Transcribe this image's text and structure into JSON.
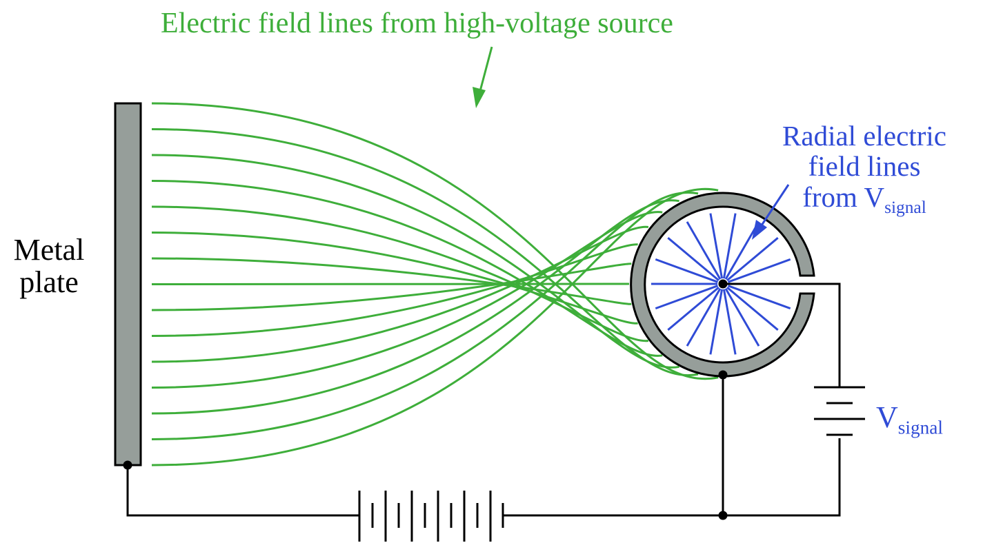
{
  "colors": {
    "field": "#3eae3a",
    "radial": "#2f4bd6",
    "metal": "#969e9a",
    "wire": "#000000"
  },
  "labels": {
    "field_source": "Electric field lines from high-voltage source",
    "metal_plate_line1": "Metal",
    "metal_plate_line2": "plate",
    "radial_line1": "Radial electric",
    "radial_line2": "field lines",
    "radial_line3_main": "from V",
    "radial_line3_sub": "signal",
    "vsignal_main": "V",
    "vsignal_sub": "signal"
  }
}
